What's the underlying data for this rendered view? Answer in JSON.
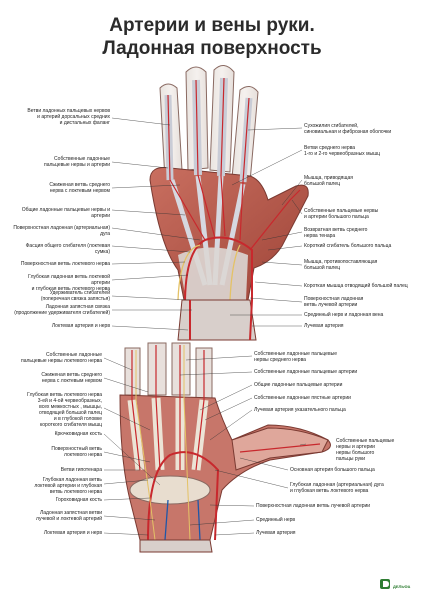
{
  "title": {
    "line1": "Артерии и вены руки.",
    "line2": "Ладонная поверхность"
  },
  "colors": {
    "artery": "#c8282d",
    "vein": "#1f57a8",
    "tendon": "#c9ccd6",
    "muscle": "#b85a4c",
    "brand": "#2e7d32"
  },
  "upper_labels_left": [
    "Ветви ладонных пальцевых нервов\nи артерий дорсальных средних\nи дистальных фаланг",
    "Собственные ладонные\nпальцевые нервы и артерии",
    "Сжиженая ветвь среднего\nнерва с локтевым нервом",
    "Общие ладонные пальцевые нервы и артерии",
    "Поверхностная ладонная (артериальная) дуга",
    "Фасция общего сгибателя (локтевая сумка)",
    "Поверхностная ветвь локтевого нерва",
    "Глубокая ладонная ветвь локтевой артерии\nи глубокая ветвь локтевого нерва",
    "Удерживатель сгибателей\n(поперечная связка запястья)",
    "Ладонная запястная связка\n(продолжение удерживателя сгибателей)",
    "Локтевая артерия и нерв"
  ],
  "upper_labels_right": [
    "Сухожилия сгибателей,\nсиновиальная и фиброзная оболочки",
    "Ветви среднего нерва\n1-го и 2-го червеобразных мышц",
    "Мышца, приводящая\nбольшой палец",
    "Собственные пальцевые нервы\nи артерии большого пальца",
    "Возвратная ветвь среднего\nнерва тенара",
    "Короткий сгибатель большого пальца",
    "Мышца, противопоставляющая\nбольшой палец",
    "Короткая мышца отводящий большой палец",
    "Поверхностная ладонная\nветвь лучевой артерии",
    "Срединный нерв и ладонная вена",
    "Лучевая артерия"
  ],
  "lower_labels_left": [
    "Собственные ладонные\nпальцевые нервы локтевого нерва",
    "Сжиженая ветвь среднего\nнерва с локтевым нервом",
    "Глубокая ветвь локтевого нерва\n3-ей и 4-ой червеобразных,\nвсех межкостных , мышцы,\nотводящей большой палец\nи в глубокой головке\nкороткого сгибателя мышц",
    "Крючковидная кость",
    "Поверхностный ветвь\nлоктевого нерва",
    "Ветви гипотенара",
    "Глубокая ладонная ветвь\nлоктевой артерии и глубокая\nветвь локтевого нерва",
    "Гороховидная кость",
    "Ладонная запястная ветви\nлучевой и локтевой артерий",
    "Локтевая артерия и нерв"
  ],
  "lower_labels_right": [
    "Собственные ладонные пальцевые\nнервы среднего нерва",
    "Собственные ладонные пальцевые артерии",
    "Общие ладонные пальцевые артерии",
    "Собственные ладонные пястные артерии",
    "Лучевая артерия указательного пальца",
    "Собственные пальцевые\nнервы и артерии\nнервы большого\nпальцы руки",
    "Основная артерия большого пальца",
    "Глубокая ладонная (артериальная) дуга\nи глубокая ветвь локтевого нерва",
    "Поверхностная ладонная ветвь лучевой артерии",
    "Срединный нерв",
    "Лучевая артерия"
  ],
  "logo": {
    "name": "ДЕЛЬФА",
    "icon": "brand-logo-icon"
  }
}
